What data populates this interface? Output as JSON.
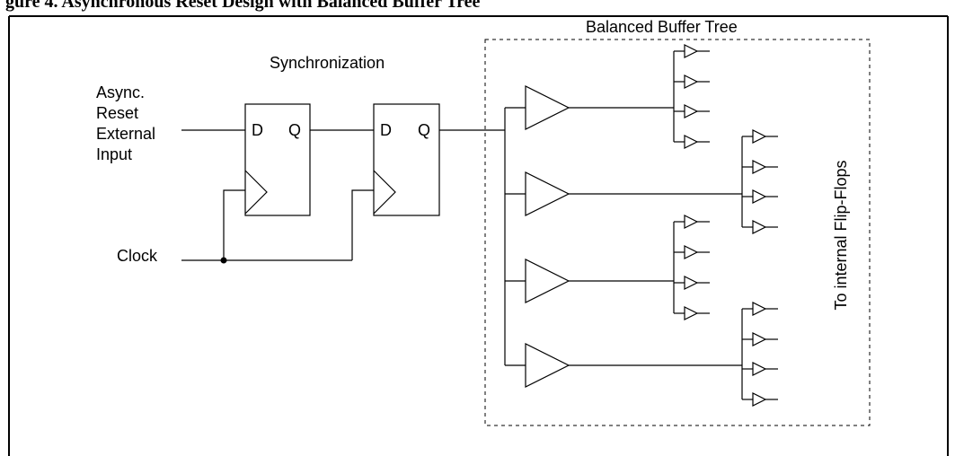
{
  "title_fragment": "gure 4. Asynchronous Reset Design with Balanced Buffer Tree",
  "labels": {
    "balanced_buffer_tree": "Balanced Buffer Tree",
    "synchronization": "Synchronization",
    "async_input_lines": [
      "Async.",
      "Reset",
      "External",
      "Input"
    ],
    "clock": "Clock",
    "ff1_d": "D",
    "ff1_q": "Q",
    "ff2_d": "D",
    "ff2_q": "Q",
    "to_internal": "To internal Flip-Flops"
  }
}
